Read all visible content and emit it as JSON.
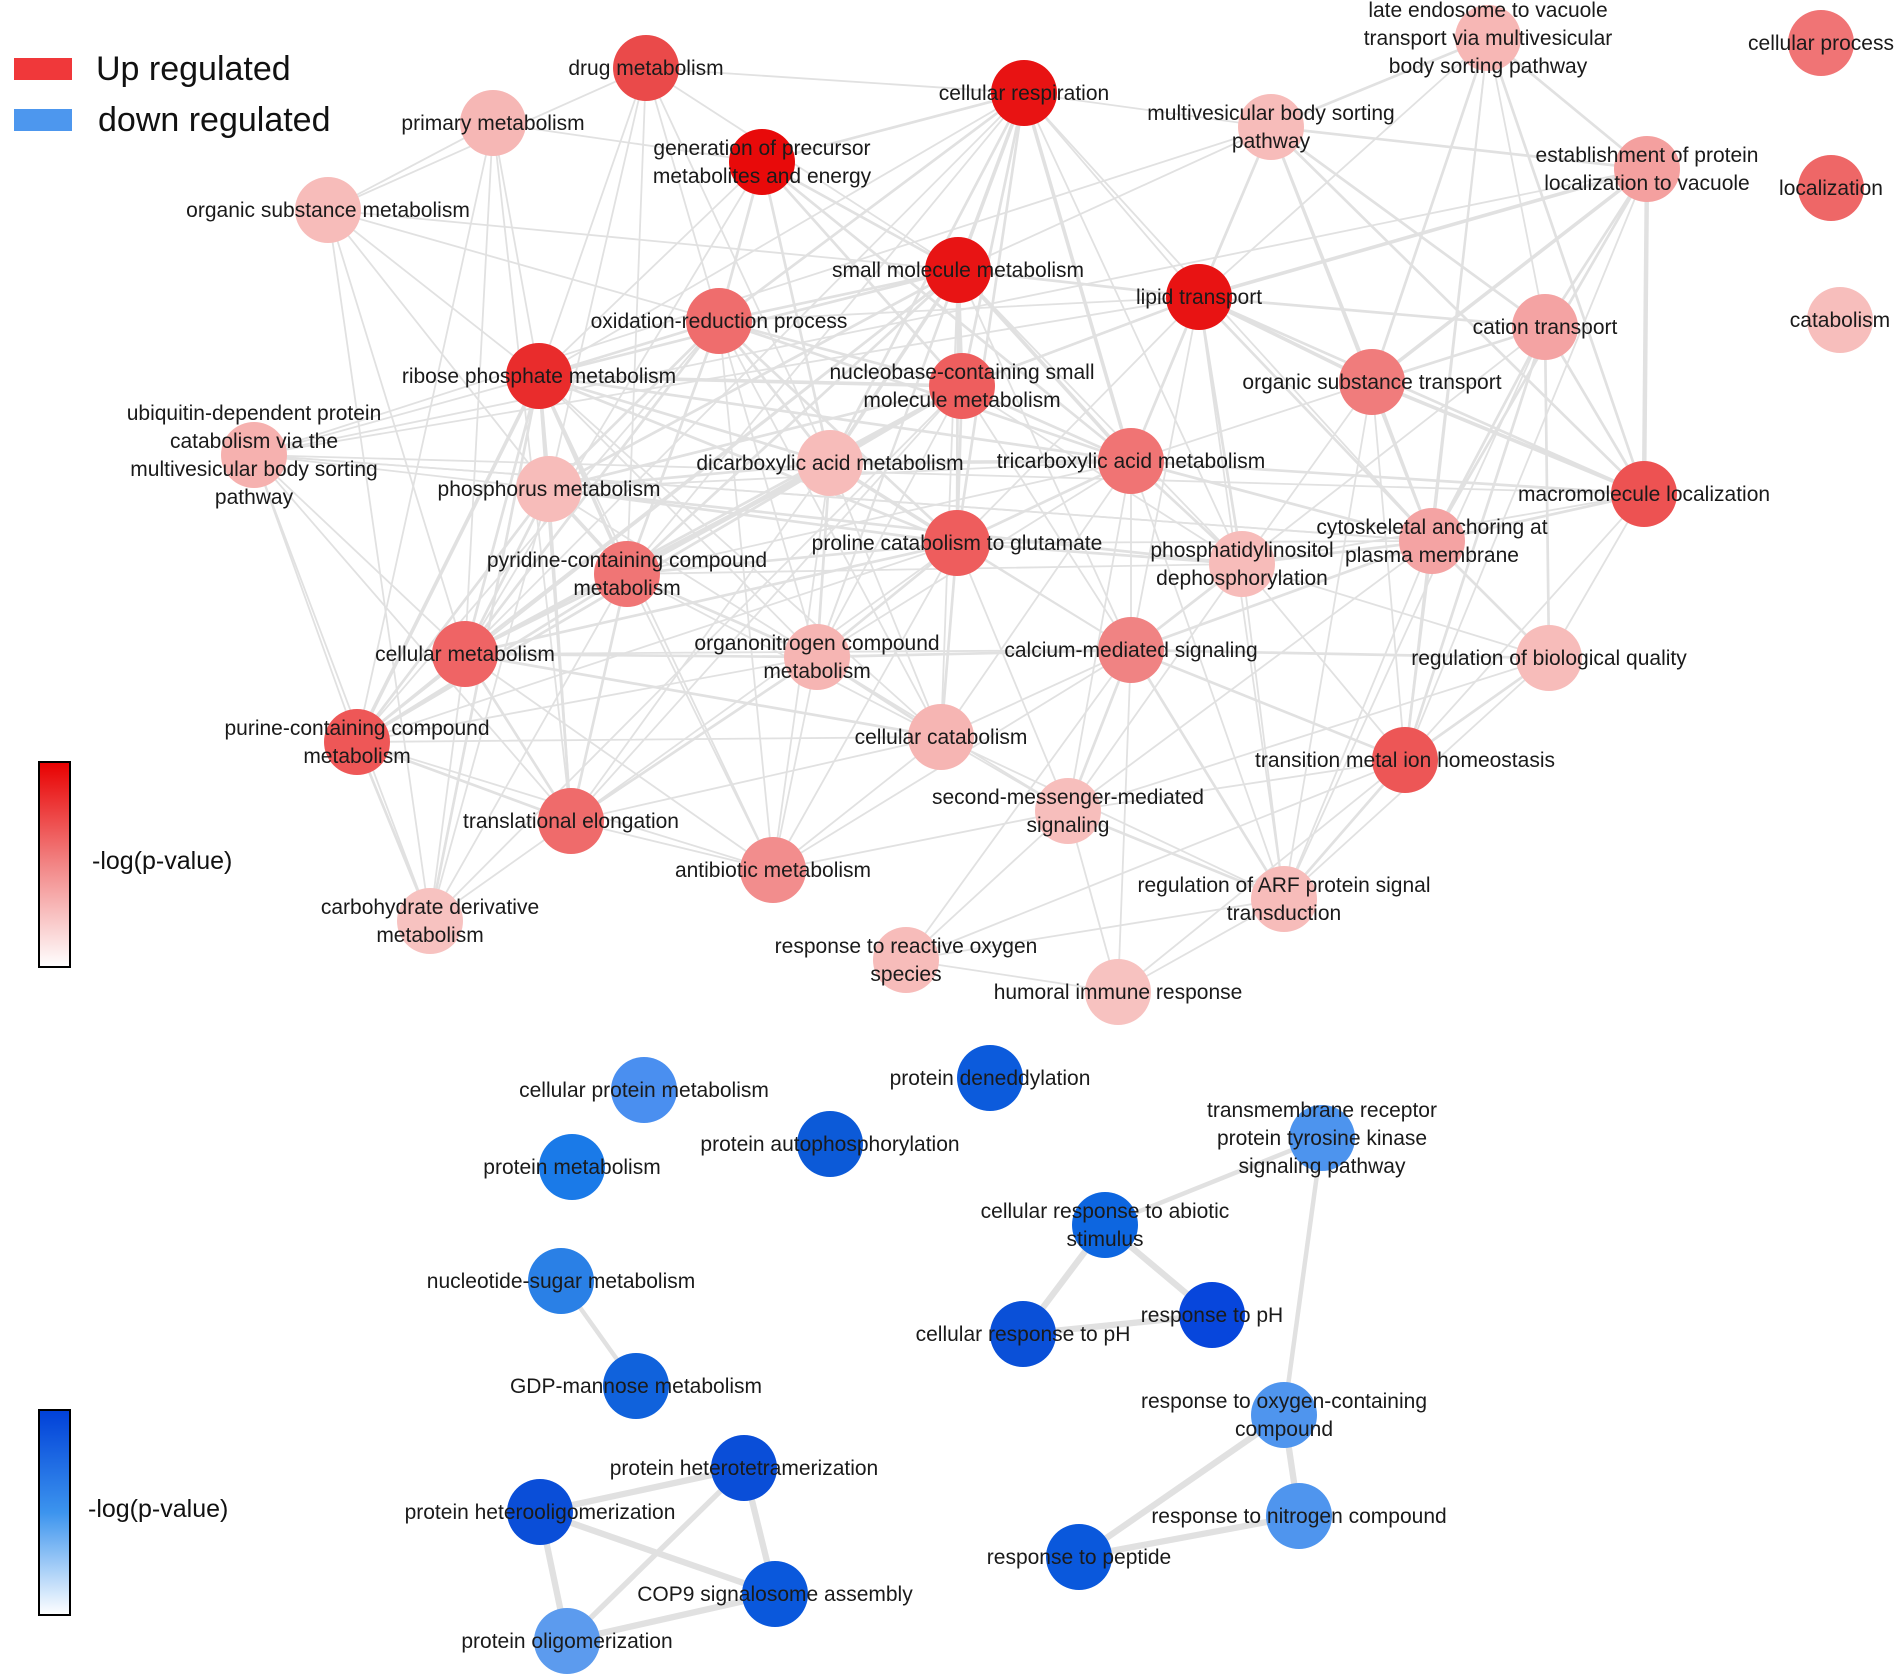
{
  "legend": {
    "up_label": "Up regulated",
    "down_label": "down regulated",
    "up_color": "#f0383a",
    "down_color": "#4d97ee"
  },
  "colorbars": {
    "up_label": "-log(p-value)",
    "down_label": "-log(p-value)",
    "up_colors": [
      "#e80000",
      "#ffffff"
    ],
    "down_colors": [
      "#0040d8",
      "#ffffff"
    ]
  },
  "nodes": [
    {
      "id": "drug_metabolism",
      "lines": [
        "drug metabolism"
      ],
      "color": "#ea4a4a"
    },
    {
      "id": "primary_metabolism",
      "lines": [
        "primary metabolism"
      ],
      "color": "#f6b7b5"
    },
    {
      "id": "organic_substance_metabolism",
      "lines": [
        "organic substance metabolism"
      ],
      "color": "#f7bcba"
    },
    {
      "id": "generation_precursor",
      "lines": [
        "generation of precursor",
        "metabolites and energy"
      ],
      "color": "#e80a0a"
    },
    {
      "id": "cellular_respiration",
      "lines": [
        "cellular respiration"
      ],
      "color": "#e81313"
    },
    {
      "id": "multivesicular_body_sorting",
      "lines": [
        "multivesicular body sorting",
        "pathway"
      ],
      "color": "#f7bcba"
    },
    {
      "id": "late_endosome",
      "lines": [
        "late endosome to vacuole",
        "transport via multivesicular",
        "body sorting pathway"
      ],
      "color": "#f7b7b5"
    },
    {
      "id": "cellular_process",
      "lines": [
        "cellular process"
      ],
      "color": "#f07475"
    },
    {
      "id": "establishment_protein",
      "lines": [
        "establishment of protein",
        "localization to vacuole"
      ],
      "color": "#f4a09f"
    },
    {
      "id": "localization",
      "lines": [
        "localization"
      ],
      "color": "#ee6767"
    },
    {
      "id": "catabolism",
      "lines": [
        "catabolism"
      ],
      "color": "#f7bebc"
    },
    {
      "id": "small_molecule_metabolism",
      "lines": [
        "small molecule metabolism"
      ],
      "color": "#e81414"
    },
    {
      "id": "lipid_transport",
      "lines": [
        "lipid transport"
      ],
      "color": "#e81313"
    },
    {
      "id": "cation_transport",
      "lines": [
        "cation transport"
      ],
      "color": "#f4a3a3"
    },
    {
      "id": "oxidation_reduction",
      "lines": [
        "oxidation-reduction process"
      ],
      "color": "#ef6d6d"
    },
    {
      "id": "ribose_phosphate",
      "lines": [
        "ribose phosphate metabolism"
      ],
      "color": "#e92c2c"
    },
    {
      "id": "nucleobase_small",
      "lines": [
        "nucleobase-containing small",
        "molecule metabolism"
      ],
      "color": "#ee5e5e"
    },
    {
      "id": "organic_substance_transport",
      "lines": [
        "organic substance transport"
      ],
      "color": "#f07c7c"
    },
    {
      "id": "ubiquitin_dependent",
      "lines": [
        "ubiquitin-dependent protein",
        "catabolism via the",
        "multivesicular body sorting",
        "pathway"
      ],
      "color": "#f6b1af"
    },
    {
      "id": "phosphorus_metabolism",
      "lines": [
        "phosphorus metabolism"
      ],
      "color": "#f7bcba"
    },
    {
      "id": "dicarboxylic_acid",
      "lines": [
        "dicarboxylic acid metabolism"
      ],
      "color": "#f7bcba"
    },
    {
      "id": "tricarboxylic_acid",
      "lines": [
        "tricarboxylic acid metabolism"
      ],
      "color": "#f07474"
    },
    {
      "id": "macromolecule_localization",
      "lines": [
        "macromolecule localization"
      ],
      "color": "#ed5252"
    },
    {
      "id": "cytoskeletal_anchoring",
      "lines": [
        "cytoskeletal anchoring at",
        "plasma membrane"
      ],
      "color": "#f4a3a3"
    },
    {
      "id": "proline_catabolism",
      "lines": [
        "proline catabolism to glutamate"
      ],
      "color": "#ee5d5d"
    },
    {
      "id": "phosphatidylinositol",
      "lines": [
        "phosphatidylinositol",
        "dephosphorylation"
      ],
      "color": "#f7bcba"
    },
    {
      "id": "pyridine_containing",
      "lines": [
        "pyridine-containing compound",
        "metabolism"
      ],
      "color": "#f07575"
    },
    {
      "id": "cellular_metabolism",
      "lines": [
        "cellular metabolism"
      ],
      "color": "#ef6465"
    },
    {
      "id": "organonitrogen",
      "lines": [
        "organonitrogen compound",
        "metabolism"
      ],
      "color": "#f6b5b3"
    },
    {
      "id": "calcium_mediated",
      "lines": [
        "calcium-mediated signaling"
      ],
      "color": "#f08383"
    },
    {
      "id": "regulation_biological_quality",
      "lines": [
        "regulation of biological quality"
      ],
      "color": "#f7bcba"
    },
    {
      "id": "purine_containing",
      "lines": [
        "purine-containing compound",
        "metabolism"
      ],
      "color": "#ee5757"
    },
    {
      "id": "cellular_catabolism",
      "lines": [
        "cellular catabolism"
      ],
      "color": "#f6b5b3"
    },
    {
      "id": "transition_metal",
      "lines": [
        "transition metal ion homeostasis"
      ],
      "color": "#ed5656"
    },
    {
      "id": "second_messenger",
      "lines": [
        "second-messenger-mediated",
        "signaling"
      ],
      "color": "#f7bebc"
    },
    {
      "id": "translational_elongation",
      "lines": [
        "translational elongation"
      ],
      "color": "#ef6b6b"
    },
    {
      "id": "antibiotic_metabolism",
      "lines": [
        "antibiotic metabolism"
      ],
      "color": "#f28d8d"
    },
    {
      "id": "regulation_arf",
      "lines": [
        "regulation of ARF protein signal",
        "transduction"
      ],
      "color": "#f7bcba"
    },
    {
      "id": "carbohydrate_derivative",
      "lines": [
        "carbohydrate derivative",
        "metabolism"
      ],
      "color": "#f7c2c0"
    },
    {
      "id": "response_reactive_oxygen",
      "lines": [
        "response to reactive oxygen",
        "species"
      ],
      "color": "#f7bcba"
    },
    {
      "id": "humoral_immune",
      "lines": [
        "humoral immune response"
      ],
      "color": "#f7c2c0"
    },
    {
      "id": "cellular_protein_metabolism",
      "lines": [
        "cellular protein metabolism"
      ],
      "color": "#4a8ff0"
    },
    {
      "id": "protein_deneddylation",
      "lines": [
        "protein deneddylation"
      ],
      "color": "#0c5bdc"
    },
    {
      "id": "protein_autophosphorylation",
      "lines": [
        "protein autophosphorylation"
      ],
      "color": "#0c5ad8"
    },
    {
      "id": "protein_metabolism",
      "lines": [
        "protein metabolism"
      ],
      "color": "#1a7ae8"
    },
    {
      "id": "transmembrane_receptor",
      "lines": [
        "transmembrane receptor",
        "protein tyrosine kinase",
        "signaling pathway"
      ],
      "color": "#4d94ee"
    },
    {
      "id": "cellular_response_abiotic",
      "lines": [
        "cellular response to abiotic",
        "stimulus"
      ],
      "color": "#0d66e0"
    },
    {
      "id": "nucleotide_sugar",
      "lines": [
        "nucleotide-sugar metabolism"
      ],
      "color": "#2a80e6"
    },
    {
      "id": "response_ph",
      "lines": [
        "response to pH"
      ],
      "color": "#0746dc"
    },
    {
      "id": "cellular_response_ph",
      "lines": [
        "cellular response to pH"
      ],
      "color": "#0a50d8"
    },
    {
      "id": "gdp_mannose",
      "lines": [
        "GDP-mannose metabolism"
      ],
      "color": "#1062dc"
    },
    {
      "id": "response_oxygen_containing",
      "lines": [
        "response to oxygen-containing",
        "compound"
      ],
      "color": "#4f95ee"
    },
    {
      "id": "protein_heterotetramerization",
      "lines": [
        "protein heterotetramerization"
      ],
      "color": "#0a4ed8"
    },
    {
      "id": "protein_heterooligomerization",
      "lines": [
        "protein heterooligomerization"
      ],
      "color": "#0a4ed8"
    },
    {
      "id": "response_nitrogen",
      "lines": [
        "response to nitrogen compound"
      ],
      "color": "#4f95ee"
    },
    {
      "id": "response_peptide",
      "lines": [
        "response to peptide"
      ],
      "color": "#0a58dc"
    },
    {
      "id": "cop9_signalosome",
      "lines": [
        "COP9 signalosome assembly"
      ],
      "color": "#0a58dc"
    },
    {
      "id": "protein_oligomerization",
      "lines": [
        "protein oligomerization"
      ],
      "color": "#5c9bee"
    }
  ]
}
